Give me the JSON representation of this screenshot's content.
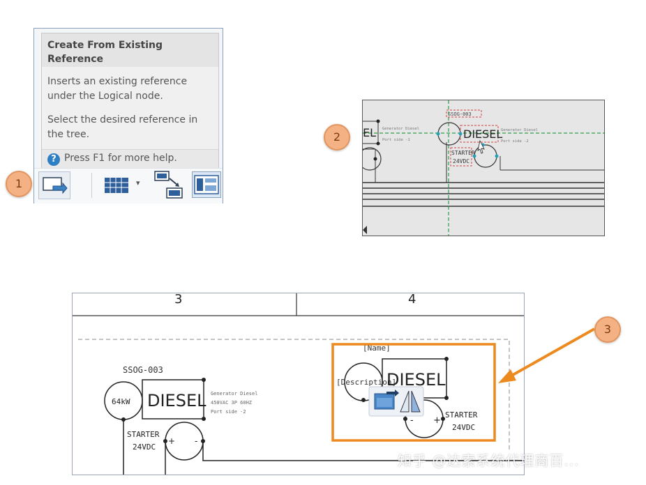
{
  "tooltip": {
    "title": "Create From Existing Reference",
    "description": "Inserts an existing reference under the Logical node.",
    "instruction": "Select the desired reference in the tree.",
    "help": "Press F1 for more help."
  },
  "callouts": [
    "1",
    "2",
    "3"
  ],
  "toolbar": {
    "buttons": [
      {
        "name": "create-from-existing-reference",
        "icon": "insert-reference-icon"
      },
      {
        "name": "grid-table",
        "icon": "grid-table-icon"
      },
      {
        "name": "connect-symbols",
        "icon": "connect-symbols-icon"
      },
      {
        "name": "panel-layout",
        "icon": "panel-layout-icon"
      }
    ]
  },
  "panel2": {
    "ref_tag": "SSOG-003",
    "label_left": "EL",
    "diesel": "DIESEL",
    "starter": "STARTER",
    "voltage": "24VDC",
    "left_desc": [
      "Generator Diesel",
      "",
      "Port side -1"
    ],
    "right_desc": [
      "Generator Diesel",
      "",
      "Port side -2"
    ]
  },
  "panel3": {
    "columns": [
      "3",
      "4"
    ],
    "tag": "SSOG-003",
    "rating": "64kW",
    "diesel": "DIESEL",
    "description": [
      "Generator Diesel",
      "450VAC 3P 60HZ",
      "Port side -2"
    ],
    "starter": "STARTER",
    "voltage": "24VDC",
    "plus": "+",
    "minus": "-",
    "name_placeholder": "[Name]",
    "description_placeholder": "[Description]"
  },
  "watermark": "知乎 @达索系统代理商百..."
}
